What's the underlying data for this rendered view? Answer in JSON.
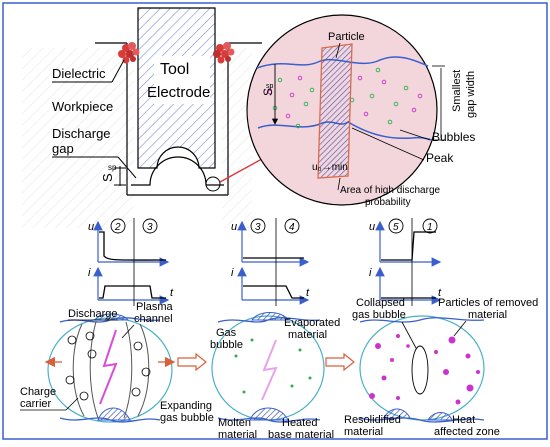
{
  "top_labels": {
    "tool": "Tool",
    "electrode": "Electrode",
    "dielectric": "Dielectric",
    "workpiece": "Workpiece",
    "discharge": "Discharge",
    "gap": "gap",
    "s": "S",
    "s_sub": "sp"
  },
  "zoom_labels": {
    "particle": "Particle",
    "smallest": "Smallest",
    "gap_width": "gap width",
    "bubbles": "Bubbles",
    "peak": "Peak",
    "s": "S",
    "s_sub": "sp",
    "ud_min": "u₀→min",
    "area1": "Area of high discharge",
    "area2": "probability"
  },
  "graphs": {
    "u": "u",
    "i": "i",
    "t": "t",
    "phase1": "2",
    "phase2": "3",
    "phase3": "3",
    "phase4": "4",
    "phase5": "5",
    "phase6": "1"
  },
  "bottom_labels": {
    "discharge": "Discharge",
    "plasma": "Plasma",
    "channel": "channel",
    "charge": "Charge",
    "carrier": "carrier",
    "expanding": "Expanding",
    "gas_bubble": "gas bubble",
    "gas": "Gas",
    "bubble": "bubble",
    "evaporated": "Evaporated",
    "material": "material",
    "molten": "Molten",
    "molten_material": "material",
    "heated": "Heated",
    "base_material": "base material",
    "collapsed": "Collapsed",
    "collapsed_gas": "gas bubble",
    "particles_removed": "Particles of removed",
    "removed_material": "material",
    "resolidified": "Resolidified",
    "res_material": "material",
    "heat": "Heat",
    "affected_zone": "affected zone"
  },
  "colors": {
    "frame": "#3a5fcd",
    "tool_hatch": "#7b8fd6",
    "zoom_fill": "#f3d6dc",
    "dielectric": "#d93b3b",
    "arrow": "#d9603a",
    "bubble_outline": "#4ab0c8",
    "particle": "#cc33cc"
  }
}
